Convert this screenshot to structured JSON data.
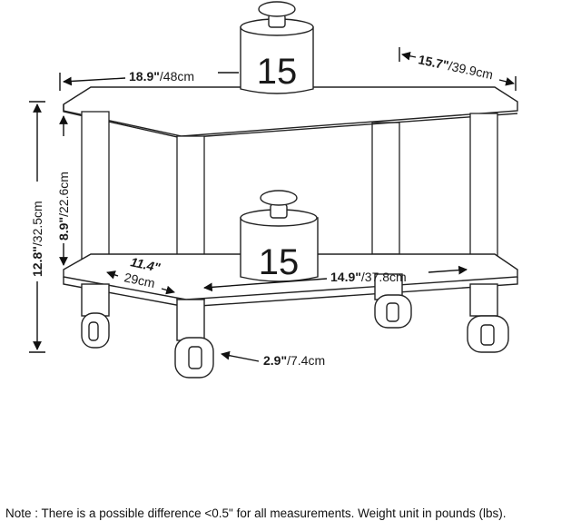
{
  "dimensions": {
    "width": {
      "inch": "18.9\"",
      "cm": "/48cm"
    },
    "depth": {
      "inch": "15.7\"",
      "cm": "/39.9cm"
    },
    "height": {
      "inch": "12.8\"",
      "cm": "/32.5cm"
    },
    "clearance": {
      "inch": "8.9\"",
      "cm": "/22.6cm"
    },
    "inner_depth": {
      "inch": "11.4\"",
      "cm": "29cm"
    },
    "inner_width": {
      "inch": "14.9\"",
      "cm": "/37.8cm"
    },
    "wheel": {
      "inch": "2.9\"",
      "cm": "/7.4cm"
    }
  },
  "weights": {
    "top": "15",
    "bottom": "15"
  },
  "note": "Note : There is a possible difference <0.5\" for all measurements. Weight unit in pounds (lbs)."
}
